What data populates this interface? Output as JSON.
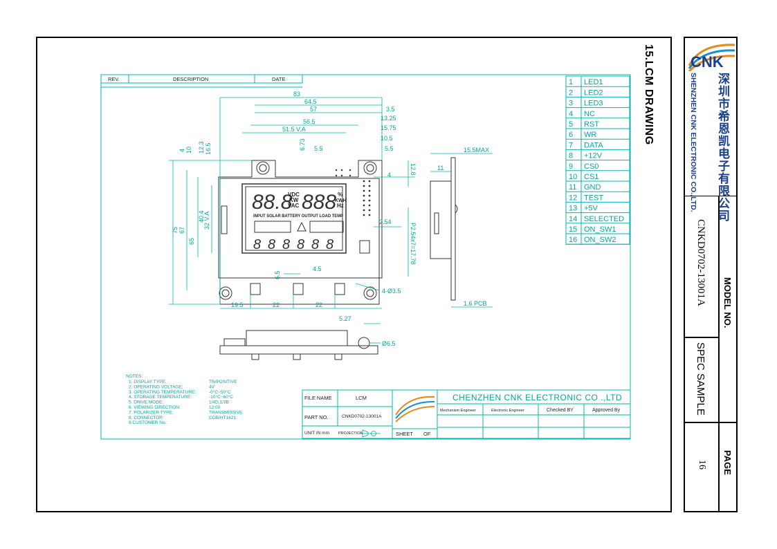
{
  "section_title": "15.LCM DRAWING",
  "company": {
    "cn_name": "深圳市希恩凯电子有限公司",
    "en_name": "SHENZHEN CNK ELECTRONIC CO.,LTD.",
    "logo_text": "CNK"
  },
  "side_panel": {
    "model_label": "MODEL NO.",
    "model_value": "CNKD0702-13001A",
    "spec_value": "SPEC SAMPLE",
    "page_label": "PAGE",
    "page_value": "16"
  },
  "revision_table": {
    "rev": "REV.",
    "description": "DESCRIPTION",
    "date": "DATE"
  },
  "dimensions": {
    "d83": "83",
    "d64_5": "64.5",
    "d57": "57",
    "d56_5": "56.5",
    "d51_5": "51.5 V.A",
    "d3_5": "3.5",
    "d13_25": "13.25",
    "d15_75": "15.75",
    "d10_5": "10.5",
    "d5_5a": "5.5",
    "d5_5b": "5.5",
    "d6_73": "6.73",
    "d12_8": "12.8",
    "d4": "4",
    "d2_54": "2.54",
    "dP": "P2.54x7=17.78",
    "d4l": "4",
    "d10": "10",
    "d12_3": "12.3",
    "d16_5": "16.5",
    "d32": "32 V.A",
    "d40_4": "40.4",
    "d65": "65",
    "d67": "67",
    "d75": "75",
    "d6_5": "6.5",
    "d4_5": "4.5",
    "d4_phi": "4-Ø3.5",
    "d19_5": "19.5",
    "d22a": "22",
    "d22b": "22",
    "d5_27": "5.27",
    "d6_5phi": "Ø6.5",
    "d15_5max": "15.5MAX",
    "d11": "11",
    "d1_6pcb": "1.6 PCB"
  },
  "lcd": {
    "digits_left": "88.8",
    "digits_right": "888",
    "unit_vdc": "VDC",
    "unit_kw": "KW",
    "unit_vac": "VAC",
    "unit_pct": "%",
    "unit_kwh": "KWH",
    "unit_hz": "Hz",
    "status_row": "INPUT SOLAR BATTERY OUTPUT LOAD TEMP",
    "bottom_digits": [
      "8",
      "8",
      "8",
      "8",
      "8",
      "8"
    ]
  },
  "pins": [
    {
      "no": "1",
      "name": "LED1"
    },
    {
      "no": "2",
      "name": "LED2"
    },
    {
      "no": "3",
      "name": "LED3"
    },
    {
      "no": "4",
      "name": "NC"
    },
    {
      "no": "5",
      "name": "RST"
    },
    {
      "no": "6",
      "name": "WR"
    },
    {
      "no": "7",
      "name": "DATA"
    },
    {
      "no": "8",
      "name": "+12V"
    },
    {
      "no": "9",
      "name": "CS0"
    },
    {
      "no": "10",
      "name": "CS1"
    },
    {
      "no": "11",
      "name": "GND"
    },
    {
      "no": "12",
      "name": "TEST"
    },
    {
      "no": "13",
      "name": "+5V"
    },
    {
      "no": "14",
      "name": "SELECTED"
    },
    {
      "no": "15",
      "name": "ON_SW1"
    },
    {
      "no": "16",
      "name": "ON_SW2"
    }
  ],
  "notes": {
    "title": "NOTES:",
    "items": [
      {
        "label": "1. DISPLAY TYPE:",
        "value": "TN/POSITIVE"
      },
      {
        "label": "2. OPERATING VOLTAGE:",
        "value": "4V"
      },
      {
        "label": "3. OPERATING TEMPERATURE:",
        "value": "-0°C~50°C"
      },
      {
        "label": "4. STORAGE TEMPERATURE:",
        "value": "-10°C~60°C"
      },
      {
        "label": "5. DRIVE MODE:",
        "value": "1/4D,1/3B"
      },
      {
        "label": "6. VIEWING DIRECTION:",
        "value": "12:00"
      },
      {
        "label": "7. POLARIZER TYPE:",
        "value": "TRANSMISSIVE"
      },
      {
        "label": "8. CONNECTOR:",
        "value": "COB/HT1621"
      },
      {
        "label": "9.CUSTOMER No.:",
        "value": ""
      }
    ]
  },
  "title_block": {
    "file_name_label": "FILE NAME",
    "file_name_value": "LCM",
    "part_no_label": "PART NO.",
    "part_no_value": "CNKD0702-13001A",
    "unit_label": "UNIT IN mm",
    "projection_label": "PROJECTION",
    "sheet_label": "SHEET",
    "of_label": "OF",
    "company_line": "CHENZHEN CNK ELECTRONIC CO .,LTD",
    "roles": [
      "Mechanism Engineer",
      "Electronic Engineer",
      "Checked BY",
      "Approved By"
    ]
  }
}
